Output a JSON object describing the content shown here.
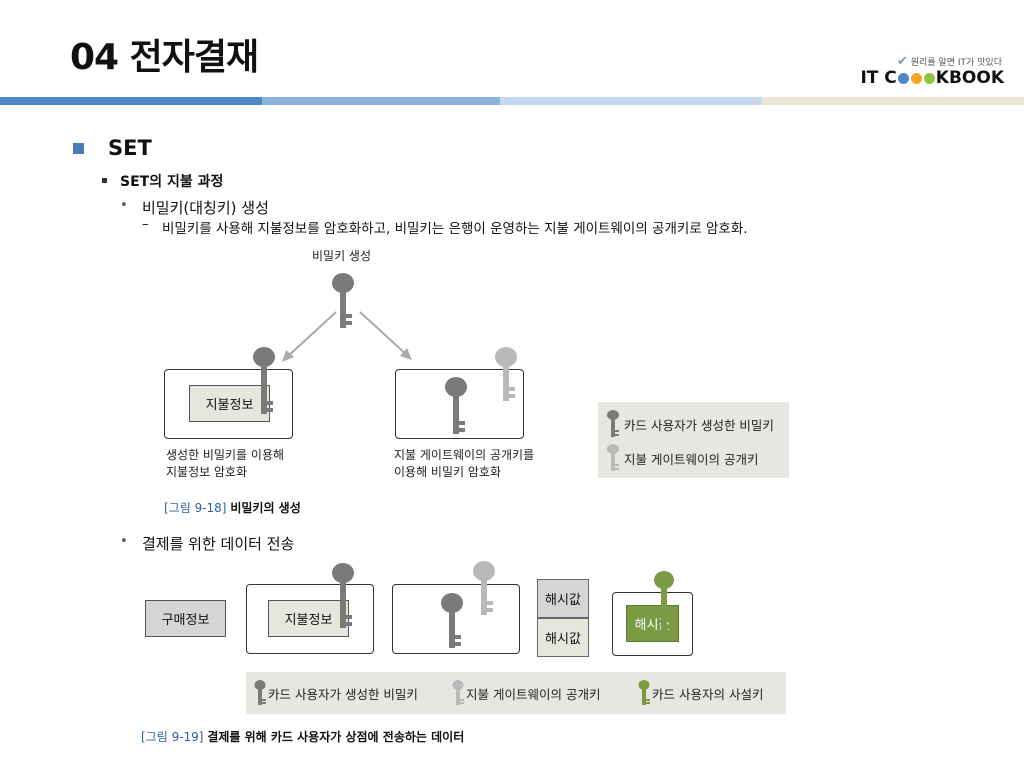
{
  "slide": {
    "title": "04 전자결재",
    "logo": {
      "tagline": "원리를 알면 IT가 맛있다",
      "brand_left": "IT C",
      "brand_right": "KBOOK"
    },
    "stripe_colors": [
      "#4f86c6",
      "#8fb3df",
      "#c6d9ef",
      "#ebe6d5"
    ]
  },
  "outline": {
    "l1": "SET",
    "l2": "SET의 지불 과정",
    "l3a": "비밀키(대칭키) 생성",
    "l4a": "비밀키를 사용해 지불정보를 암호화하고, 비밀키는 은행이 운영하는 지불 게이트웨이의 공개키로 암호화.",
    "l3b": "결제를 위한 데이터 전송"
  },
  "figure1": {
    "top_label": "비밀키 생성",
    "box1_inner": "지불정보",
    "box1_caption1": "생성한 비밀키를 이용해",
    "box1_caption2": "지불정보 암호화",
    "box2_caption1": "지불 게이트웨이의 공개키를",
    "box2_caption2": "이용해 비밀키 암호화",
    "legend": [
      "카드 사용자가 생성한 비밀키",
      "지불 게이트웨이의 공개키"
    ],
    "caption_num": "[그림 9-18]",
    "caption_text": "비밀키의 생성"
  },
  "figure2": {
    "purchase": "구매정보",
    "box1_inner": "지불정보",
    "hash_top": "해시값",
    "hash_bottom": "해시값",
    "hash_signed": "해시값",
    "legend": [
      "카드 사용자가 생성한 비밀키",
      "지불 게이트웨이의 공개키",
      "카드 사용자의 사설키"
    ],
    "caption_num": "[그림 9-19]",
    "caption_text": "결제를 위해 카드 사용자가 상점에 전송하는 데이터"
  },
  "colors": {
    "accent": "#4a7ab5",
    "secret_key": "#7a7a7a",
    "public_key": "#b9b9b9",
    "private_key": "#7a9a44"
  }
}
